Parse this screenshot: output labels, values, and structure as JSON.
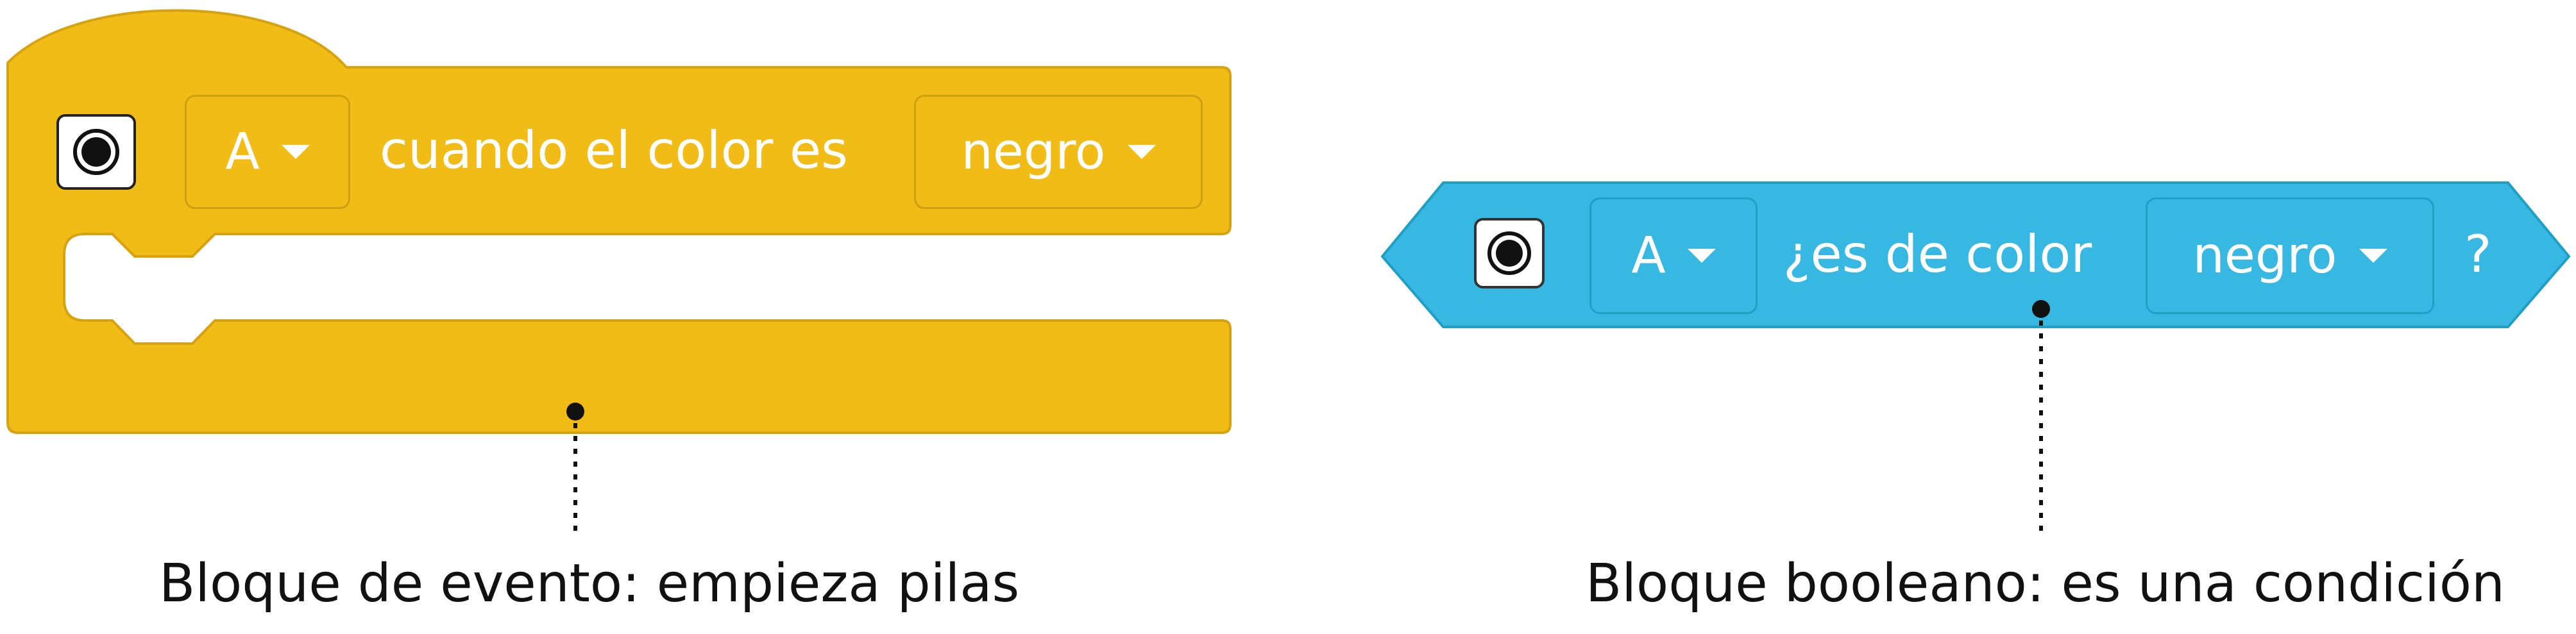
{
  "event_block": {
    "port": "A",
    "text": "cuando el color es",
    "color_value": "negro",
    "fill": "#f2bc16"
  },
  "boolean_block": {
    "port": "A",
    "text": "¿es de color",
    "color_value": "negro",
    "suffix": "?",
    "fill": "#36b8e3"
  },
  "captions": {
    "event": "Bloque de evento: empieza pilas",
    "boolean": "Bloque booleano: es una condición"
  }
}
